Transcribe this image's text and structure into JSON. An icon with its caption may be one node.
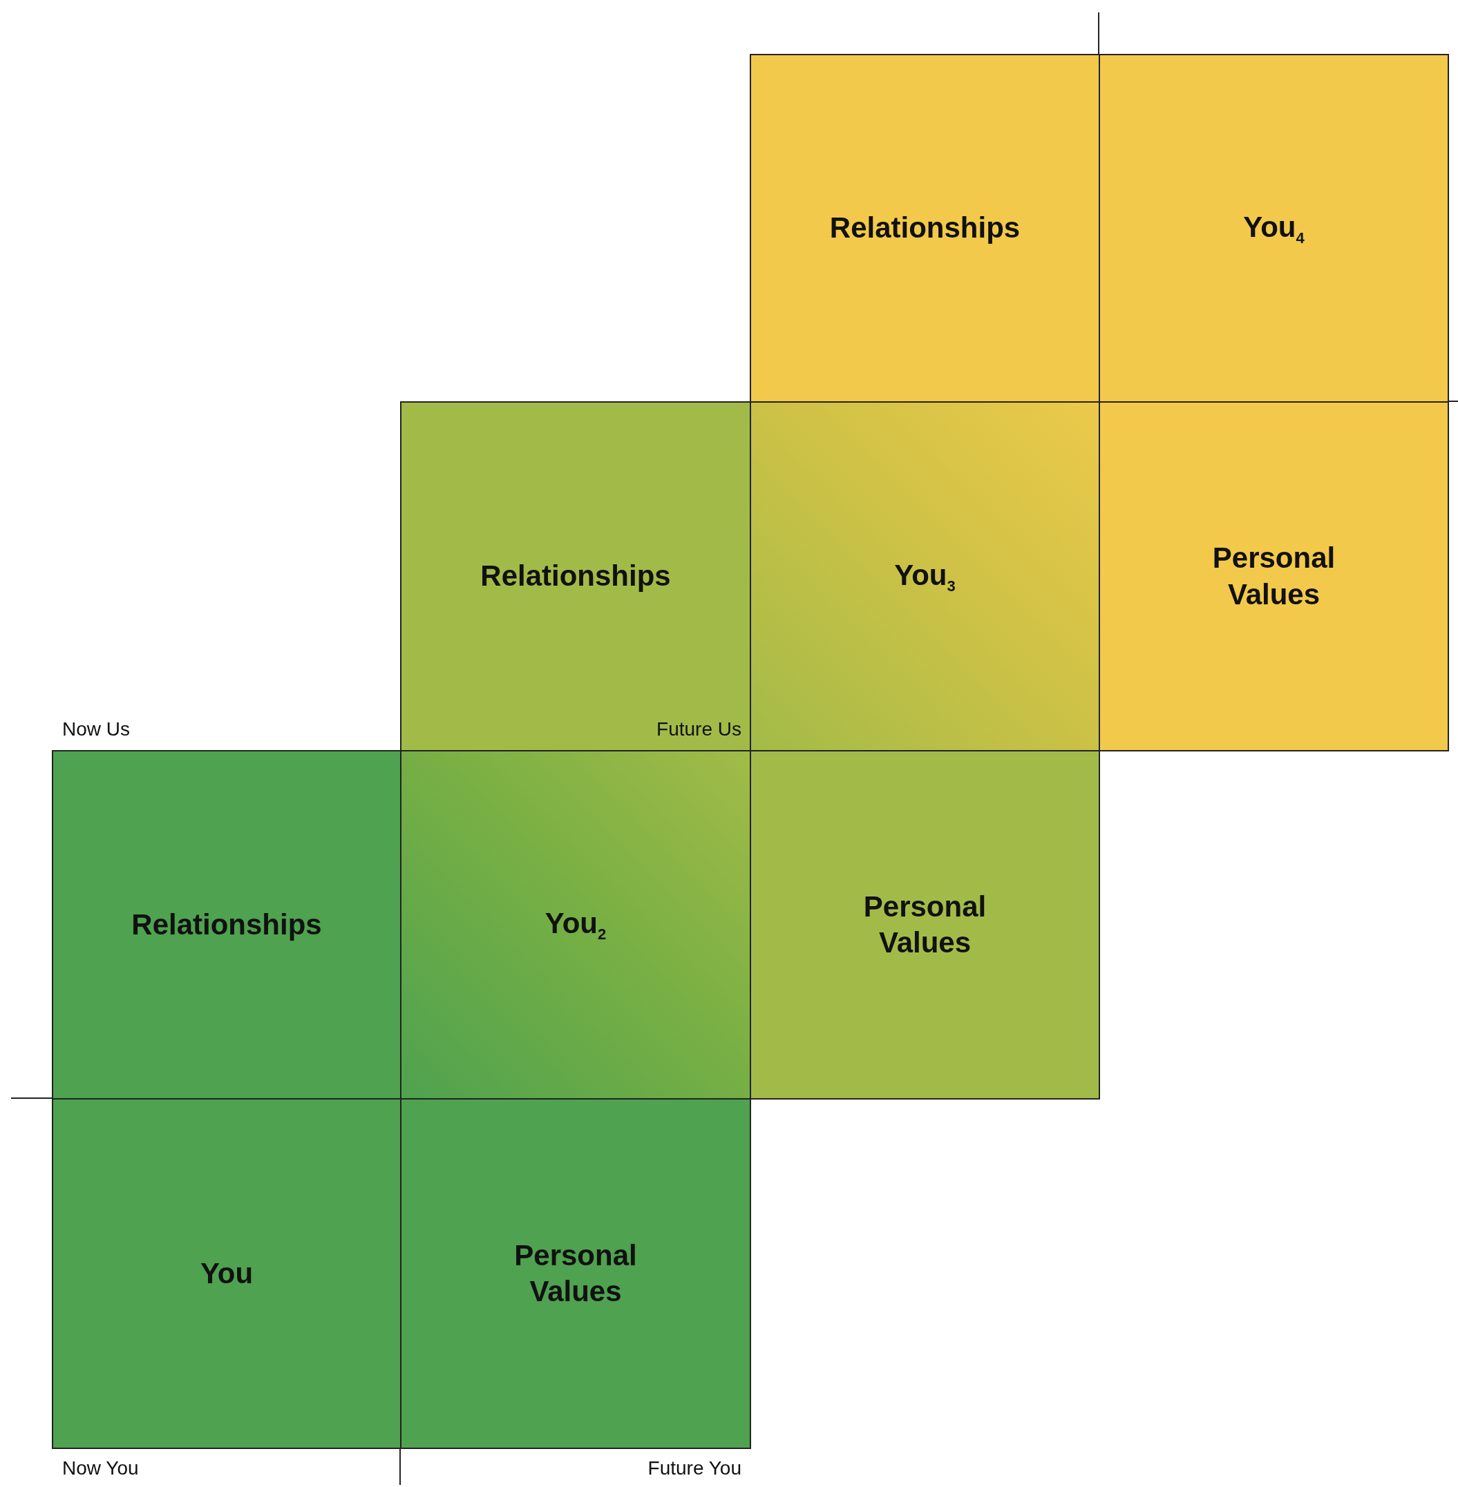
{
  "diagram": {
    "nodes": [
      {
        "text": [
          "Relationships"
        ]
      },
      {
        "text": [
          "You$_{4}$"
        ]
      },
      {
        "text": [
          "Relationships"
        ]
      },
      {
        "text": [
          "You$_{3}$"
        ]
      },
      {
        "text": [
          "Personal Values"
        ]
      },
      {
        "text": [
          "Relationships"
        ]
      },
      {
        "text": [
          "You$_{2}$"
        ]
      },
      {
        "text": [
          "Personal Values"
        ]
      },
      {
        "text": [
          "You"
        ]
      },
      {
        "text": [
          "Personal Values"
        ]
      }
    ],
    "labels": [
      "Now Us",
      "Future Us",
      "Now You",
      "Future You"
    ]
  }
}
